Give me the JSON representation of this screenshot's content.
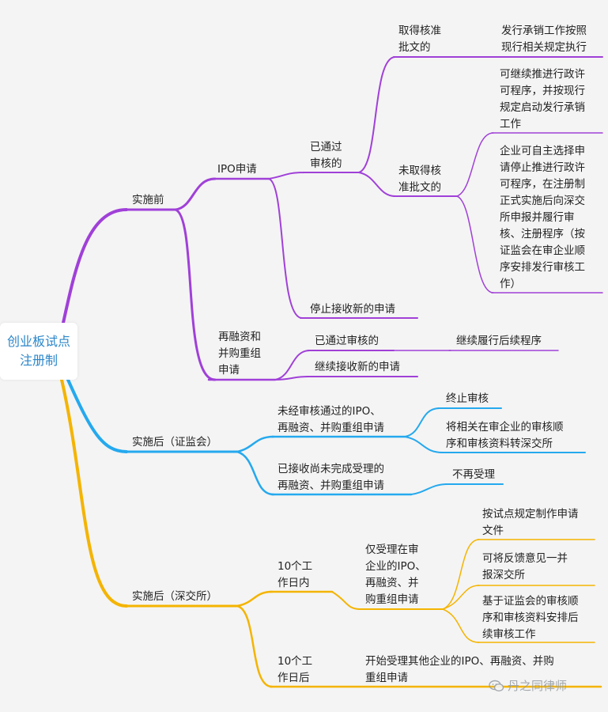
{
  "colors": {
    "purple": "#a040d8",
    "blue": "#25a9ee",
    "yellow": "#f4b400",
    "root_text": "#2a86c9"
  },
  "root": {
    "line1": "创业板试点",
    "line2": "注册制"
  },
  "before": {
    "label": "实施前",
    "ipo": {
      "label": "IPO申请",
      "passed": {
        "label_l1": "已通过",
        "label_l2": "审核的",
        "obtained": {
          "label_l1": "取得核准",
          "label_l2": "批文的",
          "child_l1": "发行承销工作按照",
          "child_l2": "现行相关规定执行"
        },
        "not_obtained": {
          "label_l1": "未取得核",
          "label_l2": "准批文的",
          "child1_l1": "可继续推进行政许",
          "child1_l2": "可程序，并按现行",
          "child1_l3": "规定启动发行承销",
          "child1_l4": "工作",
          "child2_l1": "企业可自主选择申",
          "child2_l2": "请停止推进行政许",
          "child2_l3": "可程序，在注册制",
          "child2_l4": "正式实施后向深交",
          "child2_l5": "所申报并履行审",
          "child2_l6": "核、注册程序（按",
          "child2_l7": "证监会在审企业顺",
          "child2_l8": "序安排发行审核工",
          "child2_l9": "作）"
        }
      },
      "stop": "停止接收新的申请"
    },
    "refin": {
      "label_l1": "再融资和",
      "label_l2": "并购重组",
      "label_l3": "申请",
      "passed": "已通过审核的",
      "passed_child": "继续履行后续程序",
      "continue": "继续接收新的申请"
    }
  },
  "after_csrc": {
    "label": "实施后（证监会）",
    "pending": {
      "label_l1": "未经审核通过的IPO、",
      "label_l2": "再融资、并购重组申请",
      "child1": "终止审核",
      "child2_l1": "将相关在审企业的审核顺",
      "child2_l2": "序和审核资料转深交所"
    },
    "accepted": {
      "label_l1": "已接收尚未完成受理的",
      "label_l2": "再融资、并购重组申请",
      "child": "不再受理"
    }
  },
  "after_szse": {
    "label": "实施后（深交所）",
    "within10": {
      "label_l1": "10个工",
      "label_l2": "作日内",
      "sub": {
        "label_l1": "仅受理在审",
        "label_l2": "企业的IPO、",
        "label_l3": "再融资、并",
        "label_l4": "购重组申请",
        "child1_l1": "按试点规定制作申请",
        "child1_l2": "文件",
        "child2_l1": "可将反馈意见一并",
        "child2_l2": "报深交所",
        "child3_l1": "基于证监会的审核顺",
        "child3_l2": "序和审核资料安排后",
        "child3_l3": "续审核工作"
      }
    },
    "after10": {
      "label_l1": "10个工",
      "label_l2": "作日后",
      "child_l1": "开始受理其他企业的IPO、再融资、并购",
      "child_l2": "重组申请"
    }
  },
  "watermark": "丹之同律师"
}
